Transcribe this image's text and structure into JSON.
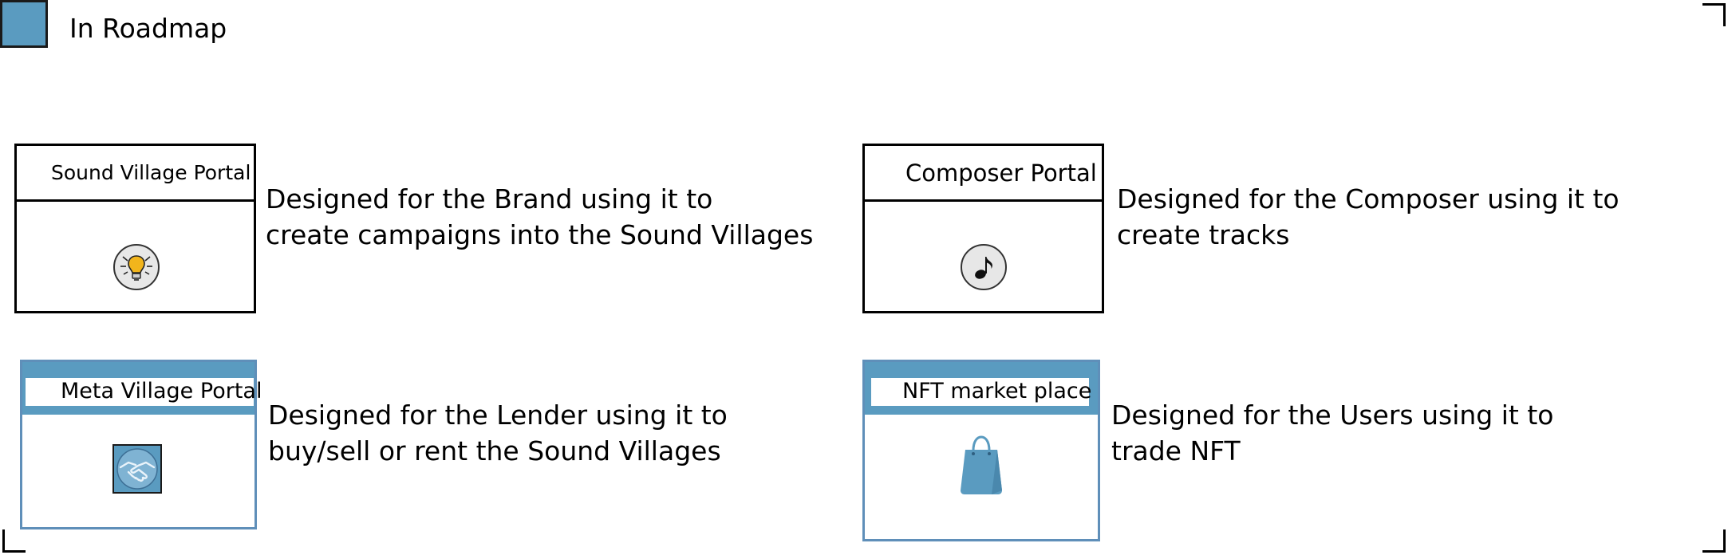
{
  "legend": {
    "label": "In Roadmap",
    "color": "#5a9bc0"
  },
  "portals": [
    {
      "title": "Sound Village Portal",
      "description_lines": [
        "Designed for the Brand using it to",
        "create campaigns into the Sound Villages"
      ],
      "icon": "lightbulb-icon",
      "status": "plain"
    },
    {
      "title": "Composer Portal",
      "description_lines": [
        "Designed for the Composer using it to",
        "create tracks"
      ],
      "icon": "music-note-icon",
      "status": "plain"
    },
    {
      "title": "Meta Village Portal",
      "description_lines": [
        "Designed for the Lender using it to",
        "buy/sell or rent the Sound Villages"
      ],
      "icon": "handshake-icon",
      "status": "in-roadmap"
    },
    {
      "title": "NFT market place",
      "description_lines": [
        "Designed for the Users using it to",
        "trade NFT"
      ],
      "icon": "shopping-bag-icon",
      "status": "in-roadmap"
    }
  ]
}
